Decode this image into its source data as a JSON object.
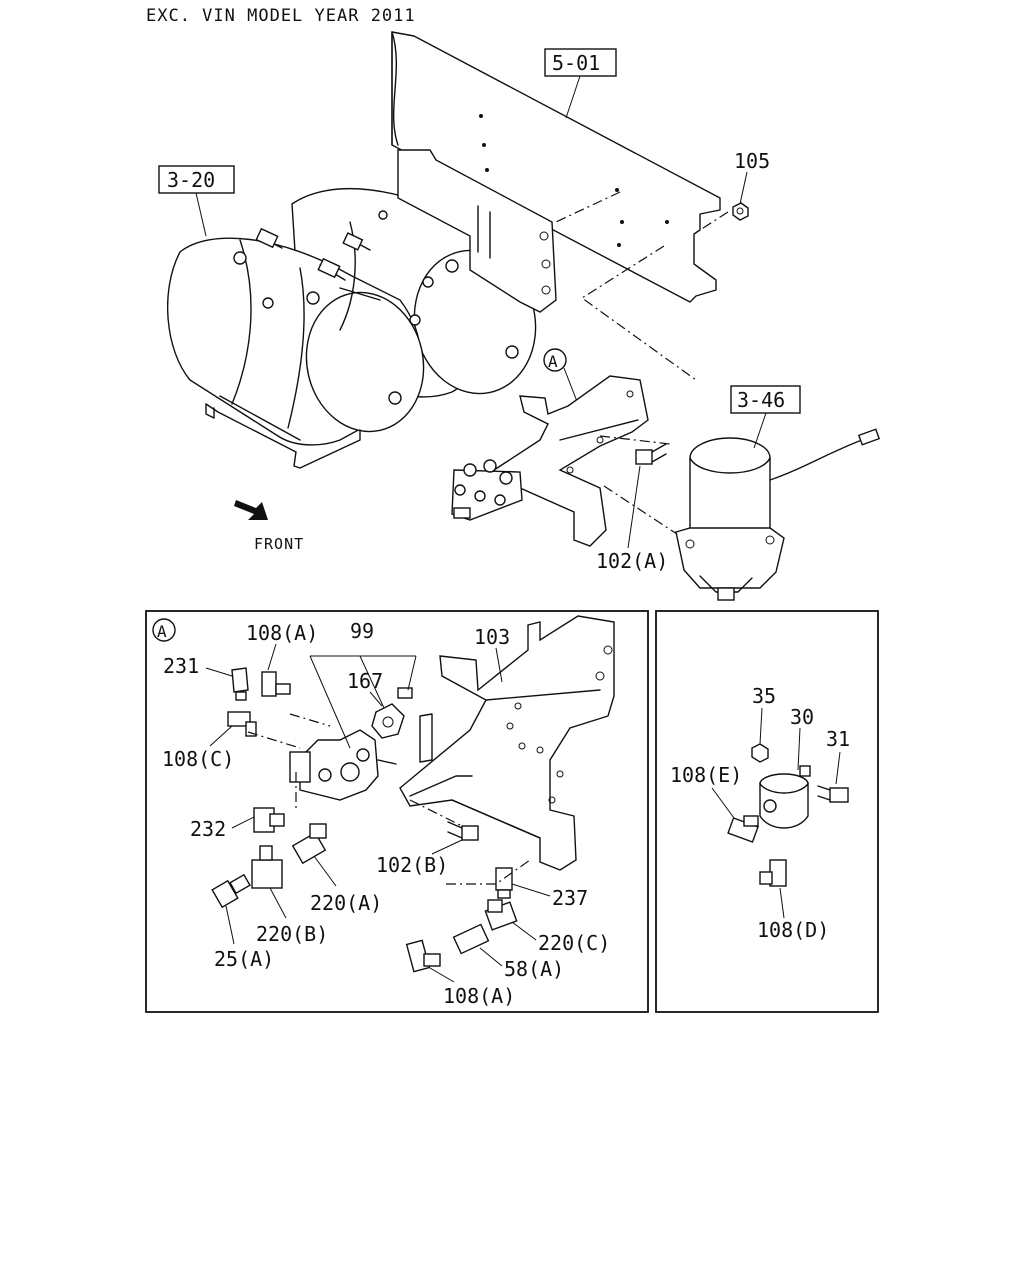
{
  "header": {
    "title": "EXC. VIN MODEL YEAR 2011"
  },
  "direction": {
    "label": "FRONT"
  },
  "ref_boxes": {
    "frame": "5-01",
    "tanks": "3-20",
    "dryer": "3-46"
  },
  "callouts": {
    "nut_105": "105",
    "bolt_102a": "102(A)",
    "detail_marker": "A"
  },
  "detail_a": {
    "marker": "A",
    "labels": {
      "p108a_top": "108(A)",
      "p99": "99",
      "p103": "103",
      "p231": "231",
      "p167": "167",
      "p108c": "108(C)",
      "p232": "232",
      "p102b": "102(B)",
      "p237": "237",
      "p220a": "220(A)",
      "p220b": "220(B)",
      "p220c": "220(C)",
      "p25a": "25(A)",
      "p58a": "58(A)",
      "p108a_bottom": "108(A)"
    }
  },
  "detail_b": {
    "labels": {
      "p35": "35",
      "p30": "30",
      "p31": "31",
      "p108e": "108(E)",
      "p108d": "108(D)"
    }
  }
}
